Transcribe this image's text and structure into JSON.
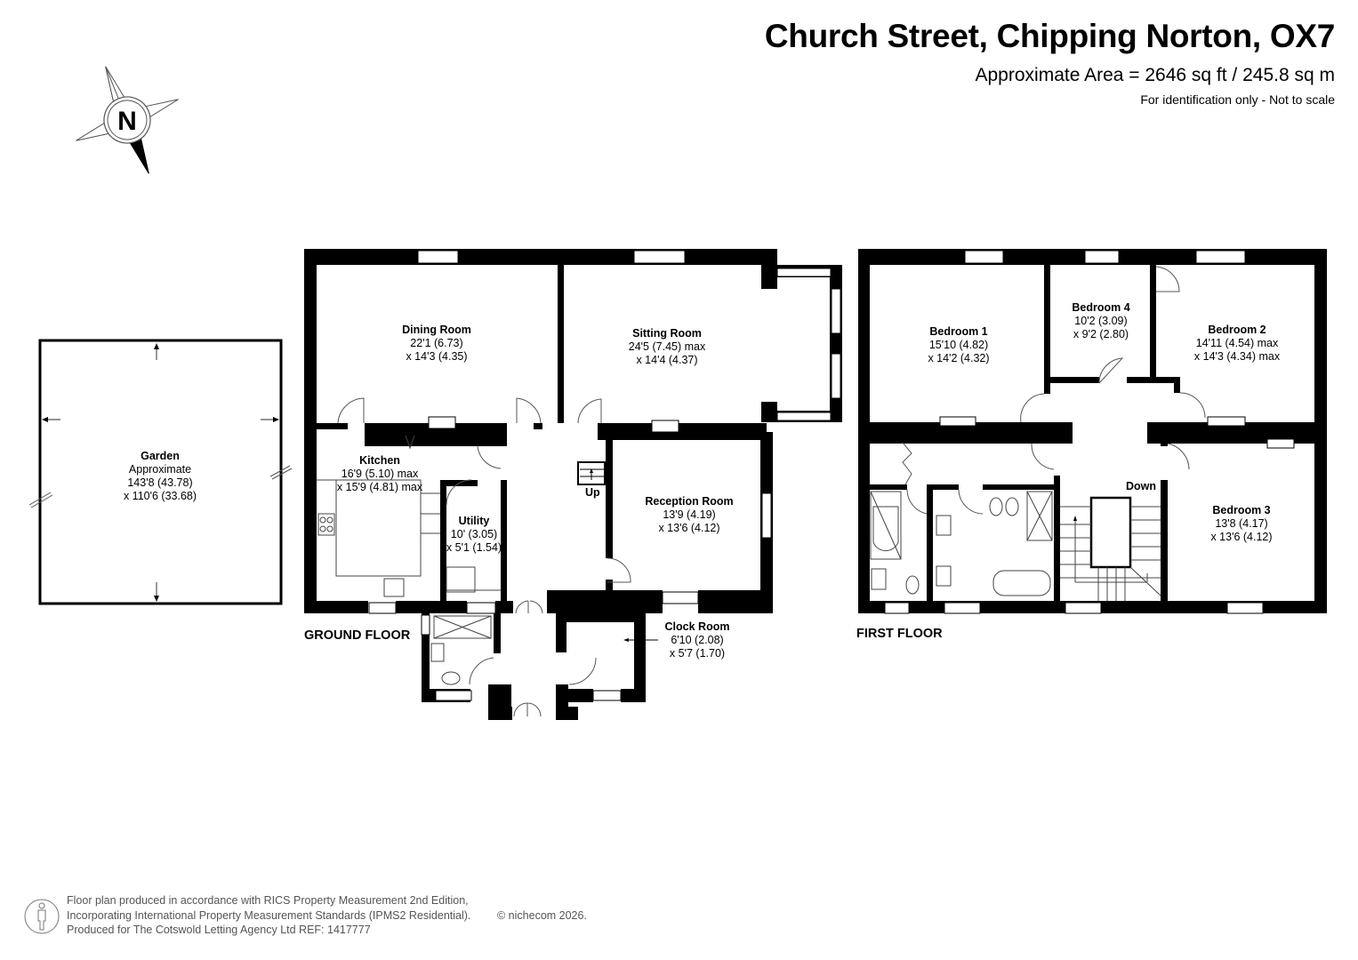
{
  "header": {
    "title": "Church Street, Chipping Norton, OX7",
    "area": "Approximate Area = 2646 sq ft / 245.8 sq m",
    "note": "For identification only - Not to scale"
  },
  "compass": {
    "icon": "north-compass-icon",
    "letter": "N"
  },
  "floors": {
    "ground": {
      "label": "GROUND FLOOR",
      "stairs_label": "Up",
      "rooms": [
        {
          "name": "Dining Room",
          "dim1": "22'1 (6.73)",
          "dim2": "x 14'3 (4.35)"
        },
        {
          "name": "Sitting Room",
          "dim1": "24'5 (7.45) max",
          "dim2": "x 14'4 (4.37)"
        },
        {
          "name": "Kitchen",
          "dim1": "16'9 (5.10) max",
          "dim2": "x 15'9 (4.81) max"
        },
        {
          "name": "Utility",
          "dim1": "10' (3.05)",
          "dim2": "x 5'1 (1.54)"
        },
        {
          "name": "Reception Room",
          "dim1": "13'9 (4.19)",
          "dim2": "x 13'6 (4.12)"
        },
        {
          "name": "Clock Room",
          "dim1": "6'10 (2.08)",
          "dim2": "x 5'7 (1.70)"
        }
      ]
    },
    "first": {
      "label": "FIRST FLOOR",
      "stairs_label": "Down",
      "rooms": [
        {
          "name": "Bedroom 1",
          "dim1": "15'10 (4.82)",
          "dim2": "x 14'2 (4.32)"
        },
        {
          "name": "Bedroom 4",
          "dim1": "10'2 (3.09)",
          "dim2": "x 9'2 (2.80)"
        },
        {
          "name": "Bedroom 2",
          "dim1": "14'11 (4.54) max",
          "dim2": "x 14'3 (4.34) max"
        },
        {
          "name": "Bedroom 3",
          "dim1": "13'8 (4.17)",
          "dim2": "x 13'6 (4.12)"
        }
      ]
    }
  },
  "garden": {
    "name": "Garden",
    "qualifier": "Approximate",
    "dim1": "143'8 (43.78)",
    "dim2": "x 110'6 (33.68)"
  },
  "footer": {
    "line1": "Floor plan produced in accordance with RICS Property Measurement 2nd Edition,",
    "line2": "Incorporating International Property Measurement Standards (IPMS2 Residential).",
    "line3": "Produced for The Cotswold Letting Agency Ltd  REF:  1417777",
    "copyright": "© nichecom 2026."
  },
  "colors": {
    "wall": "#000000",
    "background": "#ffffff",
    "footer_text": "#555555"
  }
}
